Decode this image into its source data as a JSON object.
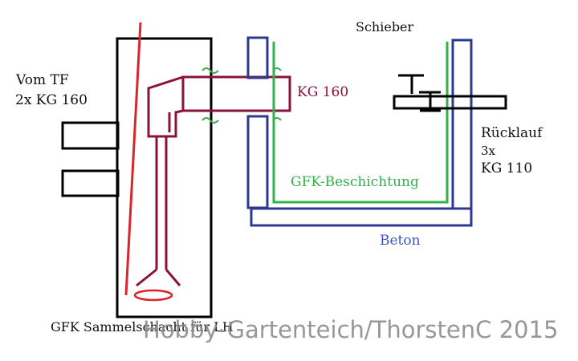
{
  "labels": {
    "vom_tf": "Vom TF",
    "vom_tf_pipes": "2x KG 160",
    "schieber": "Schieber",
    "kg160": "KG 160",
    "ruecklauf": "Rücklauf",
    "ruecklauf_count": "3x",
    "ruecklauf_pipe": "KG 110",
    "gfk_coating": "GFK-Beschichtung",
    "beton": "Beton",
    "sammelschacht": "GFK Sammelschacht für LH"
  },
  "watermark": "Hobby-Gartenteich/ThorstenC 2015",
  "colors": {
    "black": "#000000",
    "red": "#d9262b",
    "maroon": "#8b1238",
    "green": "#33b04a",
    "blue": "#2b3a8f",
    "beton_text": "#3d56c4",
    "watermark": "#8c8c8c"
  }
}
